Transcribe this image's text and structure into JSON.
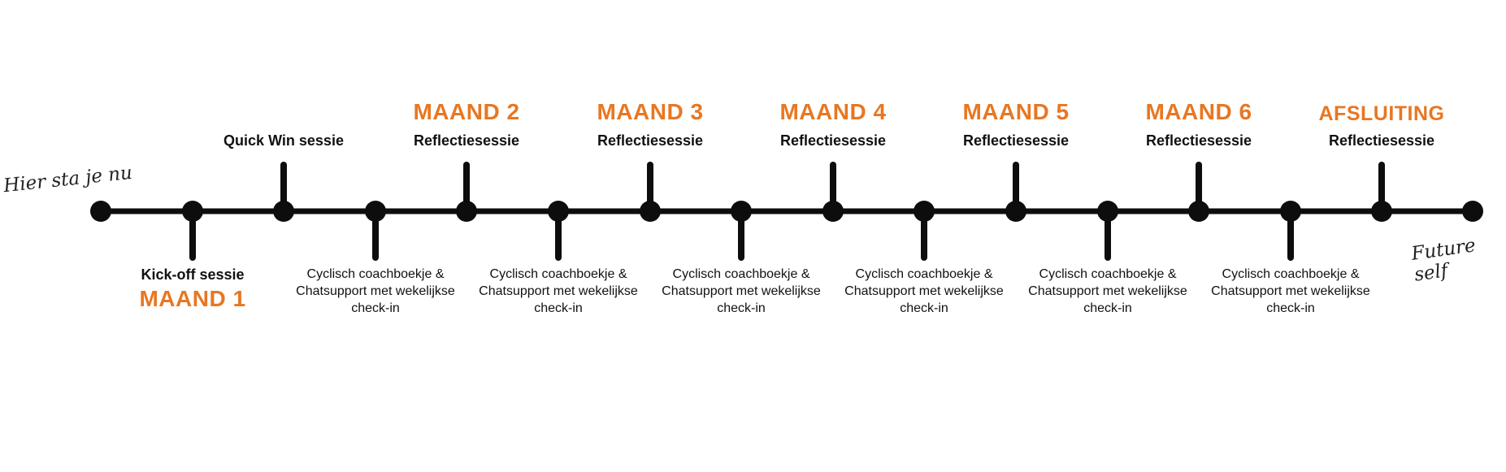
{
  "colors": {
    "line": "#0d0d0d",
    "month": "#e87722",
    "text": "#111111"
  },
  "start_label": "Hier sta je nu",
  "end_label": "Future self",
  "milestones": [
    {
      "side": "below",
      "session": "Kick-off sessie",
      "month": "MAAND 1"
    },
    {
      "side": "above",
      "session": "Quick Win sessie"
    },
    {
      "side": "below",
      "cycle": "Cyclisch coachboekje & Chatsupport met wekelijkse check-in"
    },
    {
      "side": "above",
      "month": "MAAND 2",
      "session": "Reflectiesessie"
    },
    {
      "side": "below",
      "cycle": "Cyclisch coachboekje & Chatsupport met wekelijkse check-in"
    },
    {
      "side": "above",
      "month": "MAAND 3",
      "session": "Reflectiesessie"
    },
    {
      "side": "below",
      "cycle": "Cyclisch coachboekje & Chatsupport met wekelijkse check-in"
    },
    {
      "side": "above",
      "month": "MAAND 4",
      "session": "Reflectiesessie"
    },
    {
      "side": "below",
      "cycle": "Cyclisch coachboekje & Chatsupport met wekelijkse check-in"
    },
    {
      "side": "above",
      "month": "MAAND 5",
      "session": "Reflectiesessie"
    },
    {
      "side": "below",
      "cycle": "Cyclisch coachboekje & Chatsupport met wekelijkse check-in"
    },
    {
      "side": "above",
      "month": "MAAND 6",
      "session": "Reflectiesessie"
    },
    {
      "side": "below",
      "cycle": "Cyclisch coachboekje & Chatsupport met wekelijkse check-in"
    },
    {
      "side": "above",
      "month": "AFSLUITING",
      "session": "Reflectiesessie"
    }
  ]
}
